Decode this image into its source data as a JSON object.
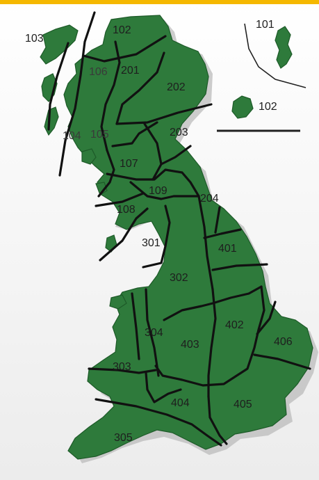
{
  "colors": {
    "top_bar": "#f5b800",
    "land": "#2e7a3b",
    "boundary": "#111111",
    "background": "#f4f4f4"
  },
  "map": {
    "inset": {
      "labels": [
        "101",
        "102"
      ]
    },
    "region_labels": {
      "r103": "103",
      "r102": "102",
      "r106": "106",
      "r201": "201",
      "r202": "202",
      "r203": "203",
      "r104": "104",
      "r105": "105",
      "r107": "107",
      "r109": "109",
      "r108": "108",
      "r204": "204",
      "r301": "301",
      "r401": "401",
      "r302": "302",
      "r304": "304",
      "r403": "403",
      "r402": "402",
      "r406": "406",
      "r303": "303",
      "r404": "404",
      "r405": "405",
      "r305": "305"
    }
  }
}
